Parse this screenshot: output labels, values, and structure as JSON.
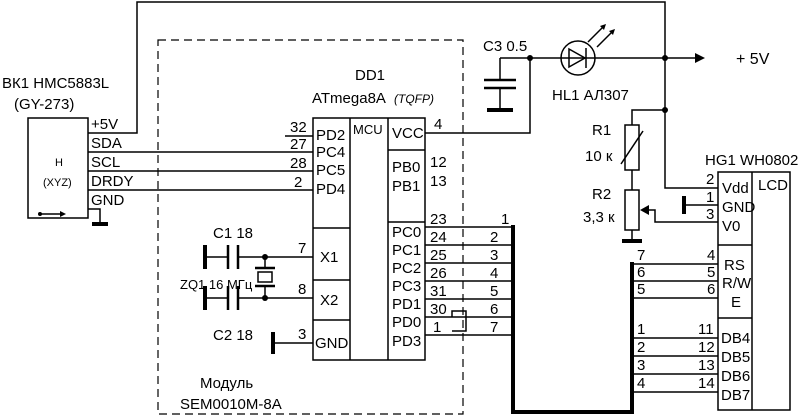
{
  "sensor": {
    "ref": "ВК1 HMC5883L",
    "model": "(GY-273)",
    "body_line1": "H",
    "body_line2": "(XYZ)",
    "pins": [
      "+5V",
      "SDA",
      "SCL",
      "DRDY",
      "GND"
    ]
  },
  "module": {
    "label": "Модуль",
    "name": "SEM0010M-8A"
  },
  "mcu": {
    "ref": "DD1",
    "part": "ATmega8A",
    "package": "(TQFP)",
    "header": "MCU",
    "left_pins": [
      {
        "num": "32",
        "name": "PD2"
      },
      {
        "num": "27",
        "name": "PC4"
      },
      {
        "num": "28",
        "name": "PC5"
      },
      {
        "num": "2",
        "name": "PD4"
      }
    ],
    "x1": {
      "num": "7",
      "name": "X1"
    },
    "x2": {
      "num": "8",
      "name": "X2"
    },
    "gnd": {
      "num": "3",
      "name": "GND"
    },
    "vcc": {
      "num": "4",
      "name": "VCC"
    },
    "pb": [
      {
        "num": "12",
        "name": "PB0"
      },
      {
        "num": "13",
        "name": "PB1"
      }
    ],
    "right_pins": [
      {
        "num": "23",
        "name": "PC0",
        "bus": "1"
      },
      {
        "num": "24",
        "name": "PC1",
        "bus": "2"
      },
      {
        "num": "25",
        "name": "PC2",
        "bus": "3"
      },
      {
        "num": "26",
        "name": "PC3",
        "bus": "4"
      },
      {
        "num": "31",
        "name": "PD1",
        "bus": "5"
      },
      {
        "num": "30",
        "name": "PD0",
        "bus": "6"
      },
      {
        "num": "1",
        "name": "PD3",
        "bus": "7"
      }
    ]
  },
  "c1": "C1 18",
  "c2": "C2 18",
  "zq1": "ZQ1 16 МГц",
  "c3": "C3 0.5",
  "hl1": "HL1 АЛ307",
  "supply": "+ 5V",
  "r1": {
    "ref": "R1",
    "value": "10 к"
  },
  "r2": {
    "ref": "R2",
    "value": "3,3 к"
  },
  "lcd": {
    "ref": "HG1 WH0802",
    "label": "LCD",
    "power_pins": [
      {
        "num": "2",
        "name": "Vdd"
      },
      {
        "num": "1",
        "name": "GND"
      },
      {
        "num": "3",
        "name": "V0"
      }
    ],
    "ctrl_pins": [
      {
        "bus": "7",
        "num": "4",
        "name": "RS"
      },
      {
        "bus": "6",
        "num": "5",
        "name": "R/W"
      },
      {
        "bus": "5",
        "num": "6",
        "name": "E"
      }
    ],
    "data_pins": [
      {
        "bus": "1",
        "num": "11",
        "name": "DB4"
      },
      {
        "bus": "2",
        "num": "12",
        "name": "DB5"
      },
      {
        "bus": "3",
        "num": "13",
        "name": "DB6"
      },
      {
        "bus": "4",
        "num": "14",
        "name": "DB7"
      }
    ]
  }
}
